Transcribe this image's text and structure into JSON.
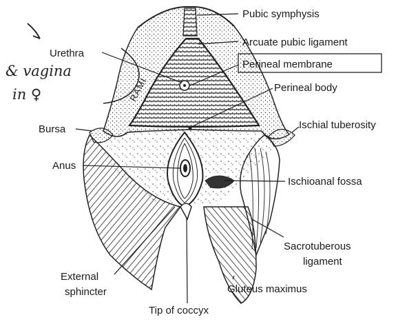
{
  "labels": {
    "pubic_symphysis": "Pubic symphysis",
    "arcuate_pubic_ligament": "Arcuate pubic ligament",
    "urethra": "Urethra",
    "perineal_membrane": "Perineal membrane",
    "perineal_body": "Perineal body",
    "bursa": "Bursa",
    "ischial_tuberosity": "Ischial tuberosity",
    "anus": "Anus",
    "ischioanal_fossa": "Ischioanal fossa",
    "sacrotuberous_ligament_line1": "Sacrotuberous",
    "sacrotuberous_ligament_line2": "ligament",
    "external_sphincter_line1": "External",
    "external_sphincter_line2": "sphincter",
    "gluteus_maximus": "Gluteus maximus",
    "tip_of_coccyx": "Tip of coccyx",
    "rami": "RAMI"
  },
  "handwriting": {
    "line1": "& vagina",
    "line2": "in ♀"
  }
}
